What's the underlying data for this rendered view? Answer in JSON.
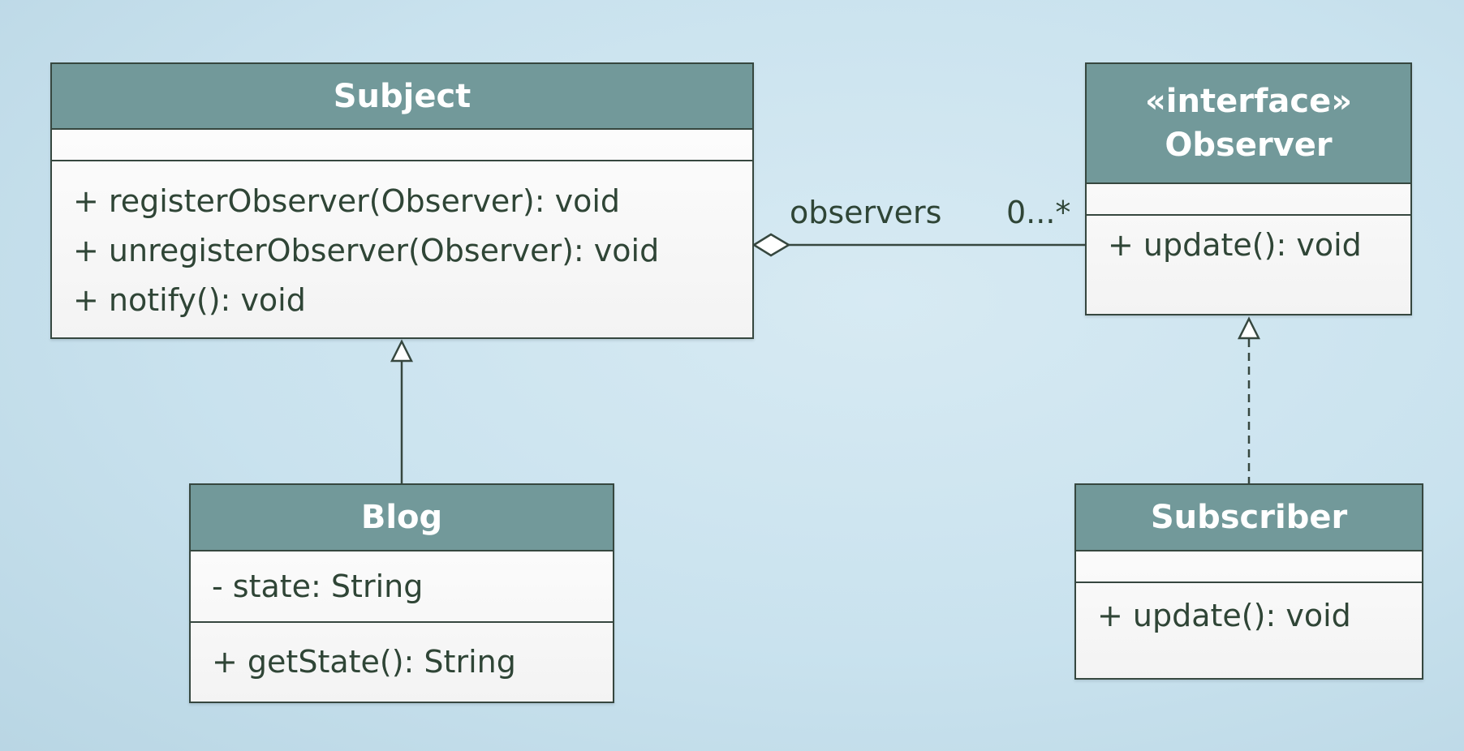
{
  "classes": {
    "subject": {
      "name": "Subject",
      "attributes": [],
      "operations": [
        "+ registerObserver(Observer): void",
        "+ unregisterObserver(Observer): void",
        "+ notify(): void"
      ]
    },
    "observer": {
      "stereotype": "«interface»",
      "name": "Observer",
      "attributes": [],
      "operations": [
        "+ update(): void"
      ]
    },
    "blog": {
      "name": "Blog",
      "attributes": [
        "- state: String"
      ],
      "operations": [
        "+ getState(): String"
      ]
    },
    "subscriber": {
      "name": "Subscriber",
      "attributes": [],
      "operations": [
        "+ update(): void"
      ]
    }
  },
  "association": {
    "role": "observers",
    "multiplicity": "0...*"
  },
  "colors": {
    "header": "#72999a",
    "line": "#36473f",
    "text": "#2f4536",
    "background": "#cde4f0"
  }
}
